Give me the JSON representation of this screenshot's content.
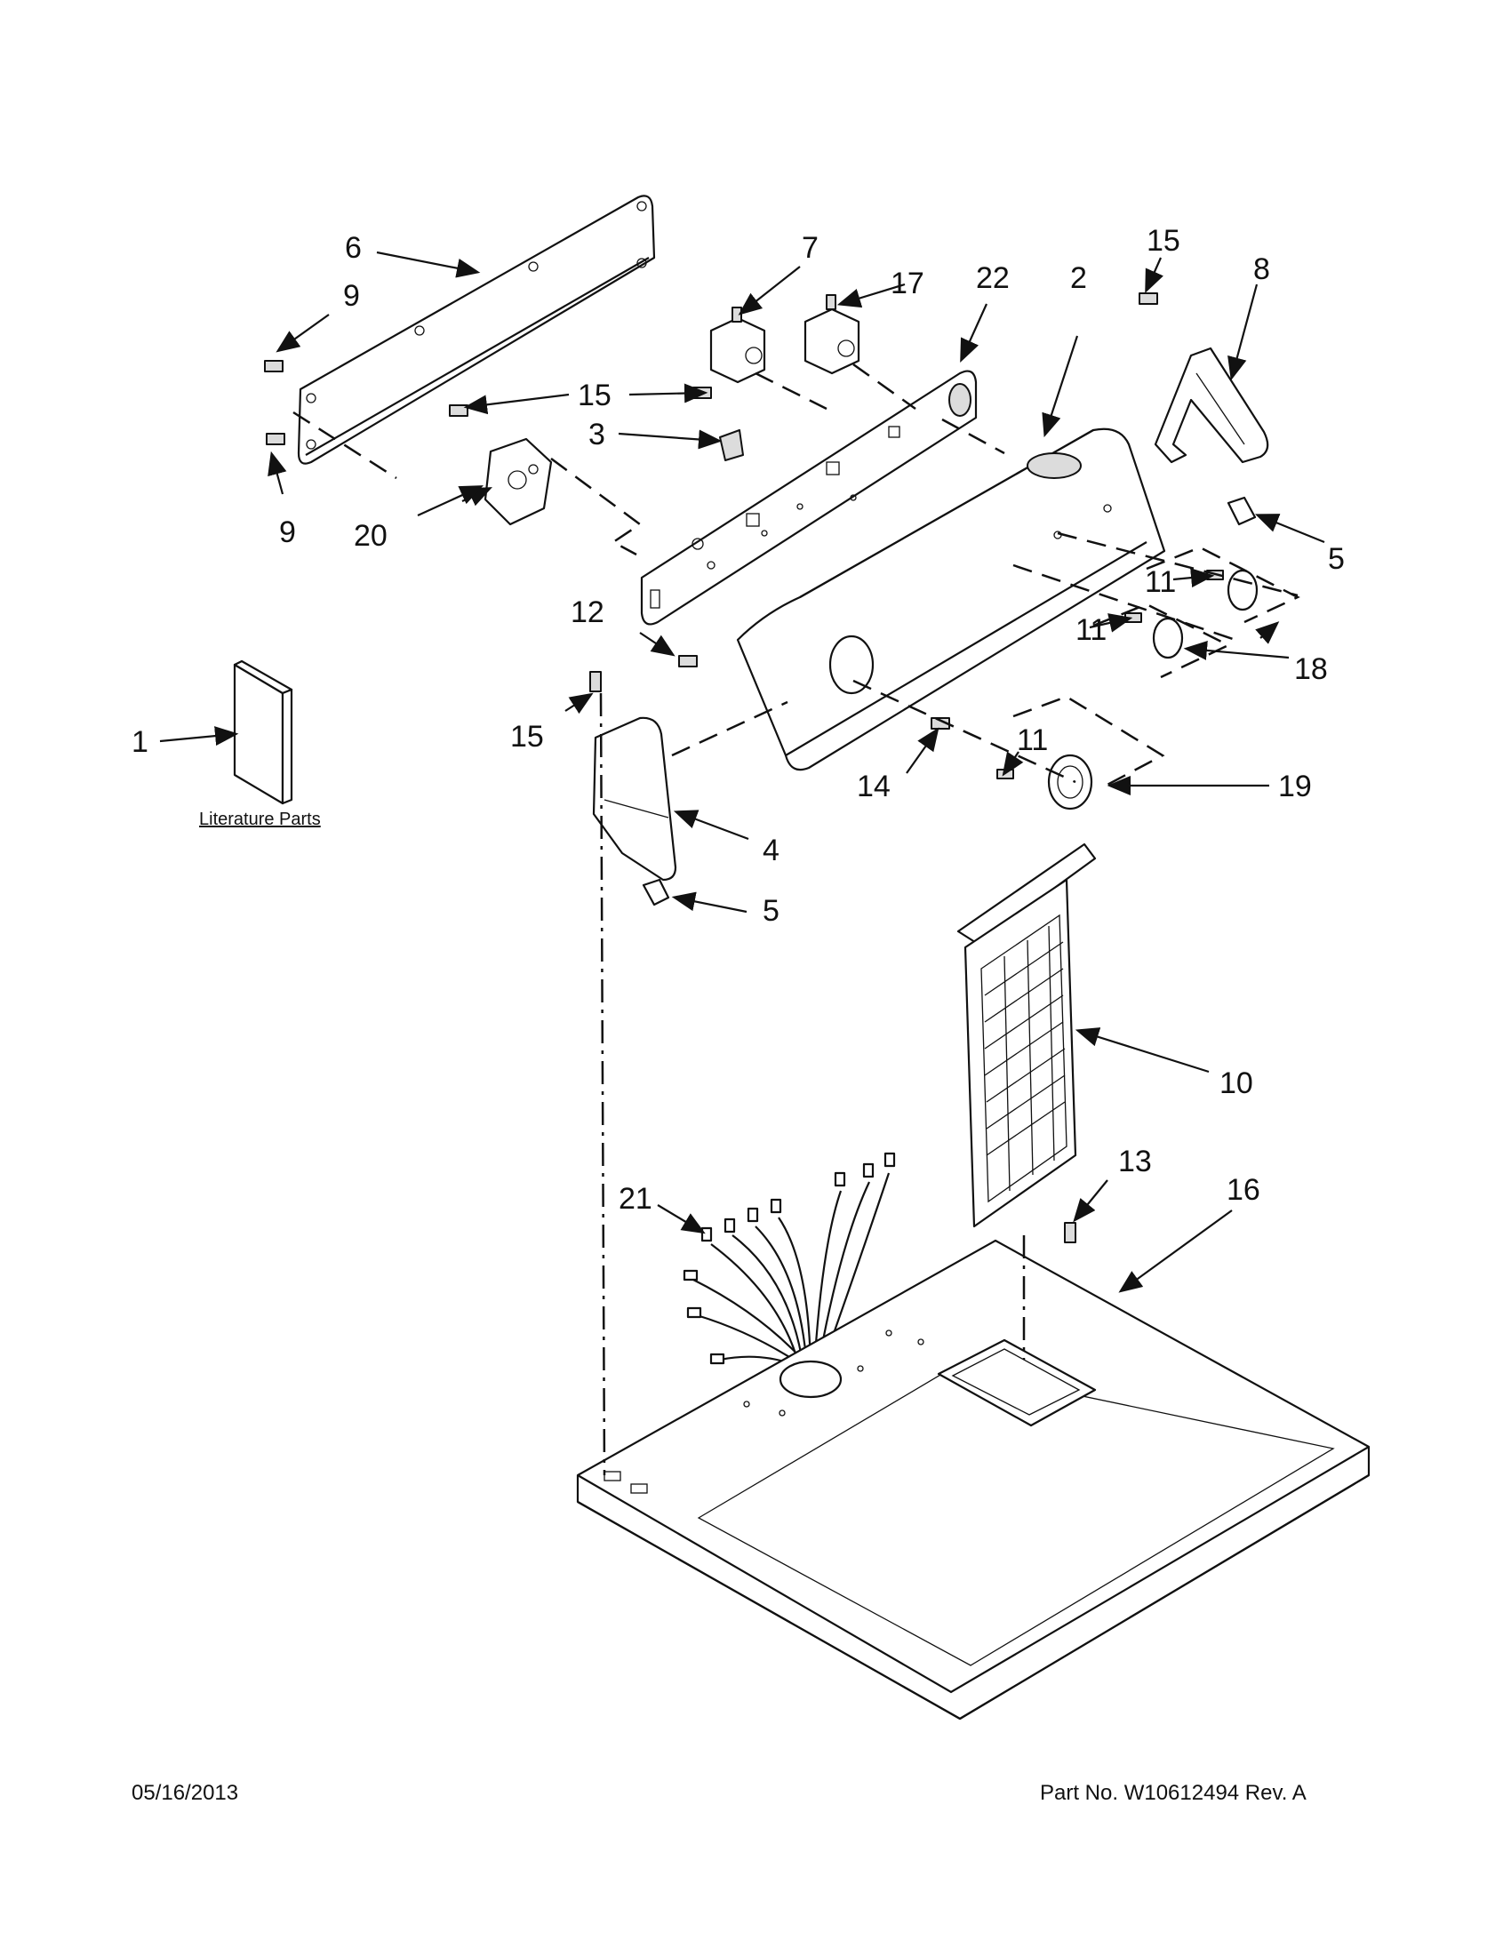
{
  "callouts": {
    "c1": "1",
    "c2": "2",
    "c3": "3",
    "c4": "4",
    "c5a": "5",
    "c5b": "5",
    "c6": "6",
    "c7": "7",
    "c8": "8",
    "c9a": "9",
    "c9b": "9",
    "c10": "10",
    "c11a": "11",
    "c11b": "11",
    "c11c": "11",
    "c12": "12",
    "c13": "13",
    "c14": "14",
    "c15a": "15",
    "c15b": "15",
    "c15c": "15",
    "c16": "16",
    "c17": "17",
    "c18": "18",
    "c19": "19",
    "c20": "20",
    "c21": "21",
    "c22": "22"
  },
  "literature_label": "Literature Parts",
  "footer": {
    "date": "05/16/2013",
    "part_number": "Part No.  W10612494  Rev.  A"
  }
}
